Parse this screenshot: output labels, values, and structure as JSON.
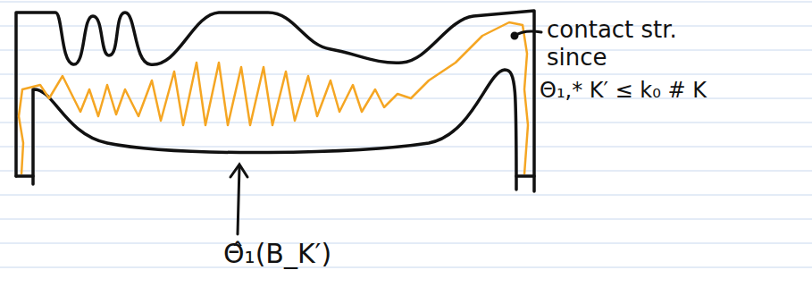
{
  "diagram": {
    "labels": [
      "contact str. since",
      "Θ₁,* K′ ≤ k₀ # K",
      "Θ̂₁(B_K′)"
    ]
  }
}
